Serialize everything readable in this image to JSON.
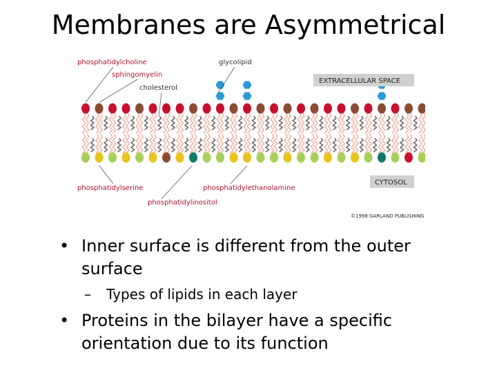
{
  "title": "Membranes are Asymmetrical",
  "diagram": {
    "labels": {
      "phosphatidylcholine": "phosphatidylcholine",
      "sphingomyelin": "sphingomyelin",
      "cholesterol": "cholesterol",
      "glycolipid": "glycolipid",
      "phosphatidylserine": "phosphatidylserine",
      "phosphatidylinositol": "phosphatidylinositol",
      "phosphatidylethanolamine": "phosphatidylethanolamine"
    },
    "boxes": {
      "extracellular": "EXTRACELLULAR SPACE",
      "cytosol": "CYTOSOL"
    },
    "credit": "©1998 GARLAND PUBLISHING",
    "colors": {
      "phosphatidylcholine": "#c8102e",
      "sphingomyelin": "#8b4a32",
      "glycolipid_sugar": "#2a9ad6",
      "phosphatidylserine": "#e8c41c",
      "phosphatidylethanolamine": "#a7cf5a",
      "phosphatidylinositol": "#0f7a6a",
      "tail": "#f3b3a6",
      "cholesterol": "#6a6a6a",
      "box": "#d0d0d0"
    },
    "outer_leaflet": [
      "PC",
      "SM",
      "PC",
      "PC",
      "SM",
      "PC",
      "PC",
      "PC",
      "SM",
      "PC",
      "PC",
      "SM",
      "PC",
      "SM",
      "PC",
      "SM",
      "PC",
      "SM",
      "PC",
      "PC",
      "SM",
      "PC",
      "SM",
      "PC",
      "SM",
      "SM"
    ],
    "inner_leaflet": [
      "PE",
      "PS",
      "PE",
      "PS",
      "PE",
      "PS",
      "SM",
      "PS",
      "PI",
      "PE",
      "PE",
      "PS",
      "PS",
      "PE",
      "PE",
      "PS",
      "PE",
      "PE",
      "PS",
      "PE",
      "PS",
      "PE",
      "PI",
      "PE",
      "PC",
      "PE"
    ],
    "glycolipid_positions": [
      10,
      12,
      22
    ]
  },
  "bullets": [
    {
      "level": 1,
      "marker": "•",
      "text": "Inner surface is different from the outer surface"
    },
    {
      "level": 2,
      "marker": "–",
      "text": "Types of lipids in each layer"
    },
    {
      "level": 1,
      "marker": "•",
      "text": "Proteins in the bilayer have a specific orientation due to its function"
    }
  ]
}
